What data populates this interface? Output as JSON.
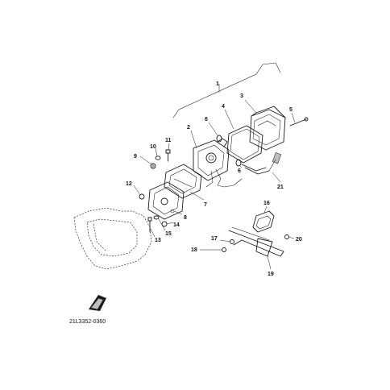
{
  "callouts": {
    "c1": "1",
    "c2": "2",
    "c3": "3",
    "c4": "4",
    "c5": "5",
    "c6a": "6",
    "c6b": "6",
    "c7": "7",
    "c8": "8",
    "c9": "9",
    "c10": "10",
    "c11": "11",
    "c12": "12",
    "c13": "13",
    "c14": "14",
    "c15": "15",
    "c16": "16",
    "c17": "17",
    "c18": "18",
    "c19": "19",
    "c20": "20",
    "c21": "21"
  },
  "figure_code": "21L3352-0360",
  "icons": [
    "direction-arrow-icon"
  ]
}
